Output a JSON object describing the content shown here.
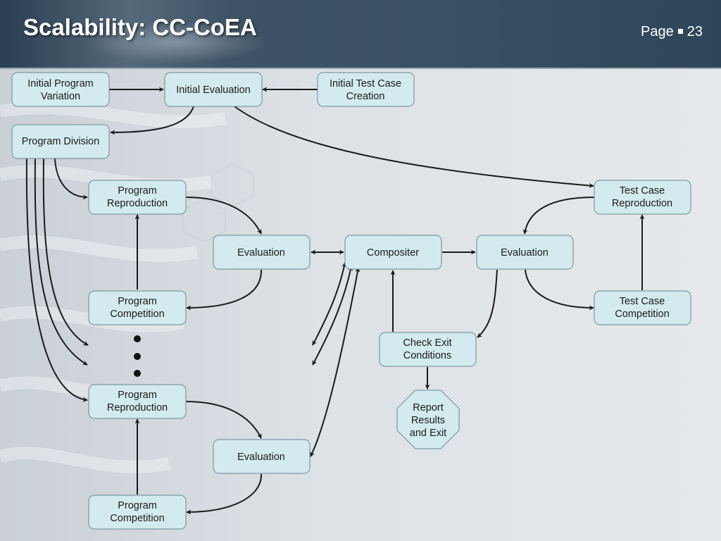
{
  "slide": {
    "title": "Scalability: CC-CoEA",
    "page_label": "Page",
    "page_number": "23"
  },
  "diagram": {
    "nodes": [
      {
        "id": "initial-program-variation",
        "lines": [
          "Initial Program",
          "Variation"
        ]
      },
      {
        "id": "initial-evaluation",
        "lines": [
          "Initial Evaluation"
        ]
      },
      {
        "id": "initial-test-case-creation",
        "lines": [
          "Initial Test Case",
          "Creation"
        ]
      },
      {
        "id": "program-division",
        "lines": [
          "Program Division"
        ]
      },
      {
        "id": "program-reproduction-1",
        "lines": [
          "Program",
          "Reproduction"
        ]
      },
      {
        "id": "evaluation-1",
        "lines": [
          "Evaluation"
        ]
      },
      {
        "id": "program-competition-1",
        "lines": [
          "Program",
          "Competition"
        ]
      },
      {
        "id": "composer",
        "lines": [
          "Compositer"
        ]
      },
      {
        "id": "evaluation-test",
        "lines": [
          "Evaluation"
        ]
      },
      {
        "id": "test-case-reproduction",
        "lines": [
          "Test Case",
          "Reproduction"
        ]
      },
      {
        "id": "test-case-competition",
        "lines": [
          "Test Case",
          "Competition"
        ]
      },
      {
        "id": "check-exit-conditions",
        "lines": [
          "Check Exit",
          "Conditions"
        ]
      },
      {
        "id": "report-results-exit",
        "lines": [
          "Report",
          "Results",
          "and Exit"
        ]
      },
      {
        "id": "program-reproduction-2",
        "lines": [
          "Program",
          "Reproduction"
        ]
      },
      {
        "id": "evaluation-2",
        "lines": [
          "Evaluation"
        ]
      },
      {
        "id": "program-competition-2",
        "lines": [
          "Program",
          "Competition"
        ]
      }
    ]
  },
  "colors": {
    "node_fill": "#d3ebee",
    "node_stroke": "#7c9aa1",
    "edge": "#1a1a1a"
  }
}
